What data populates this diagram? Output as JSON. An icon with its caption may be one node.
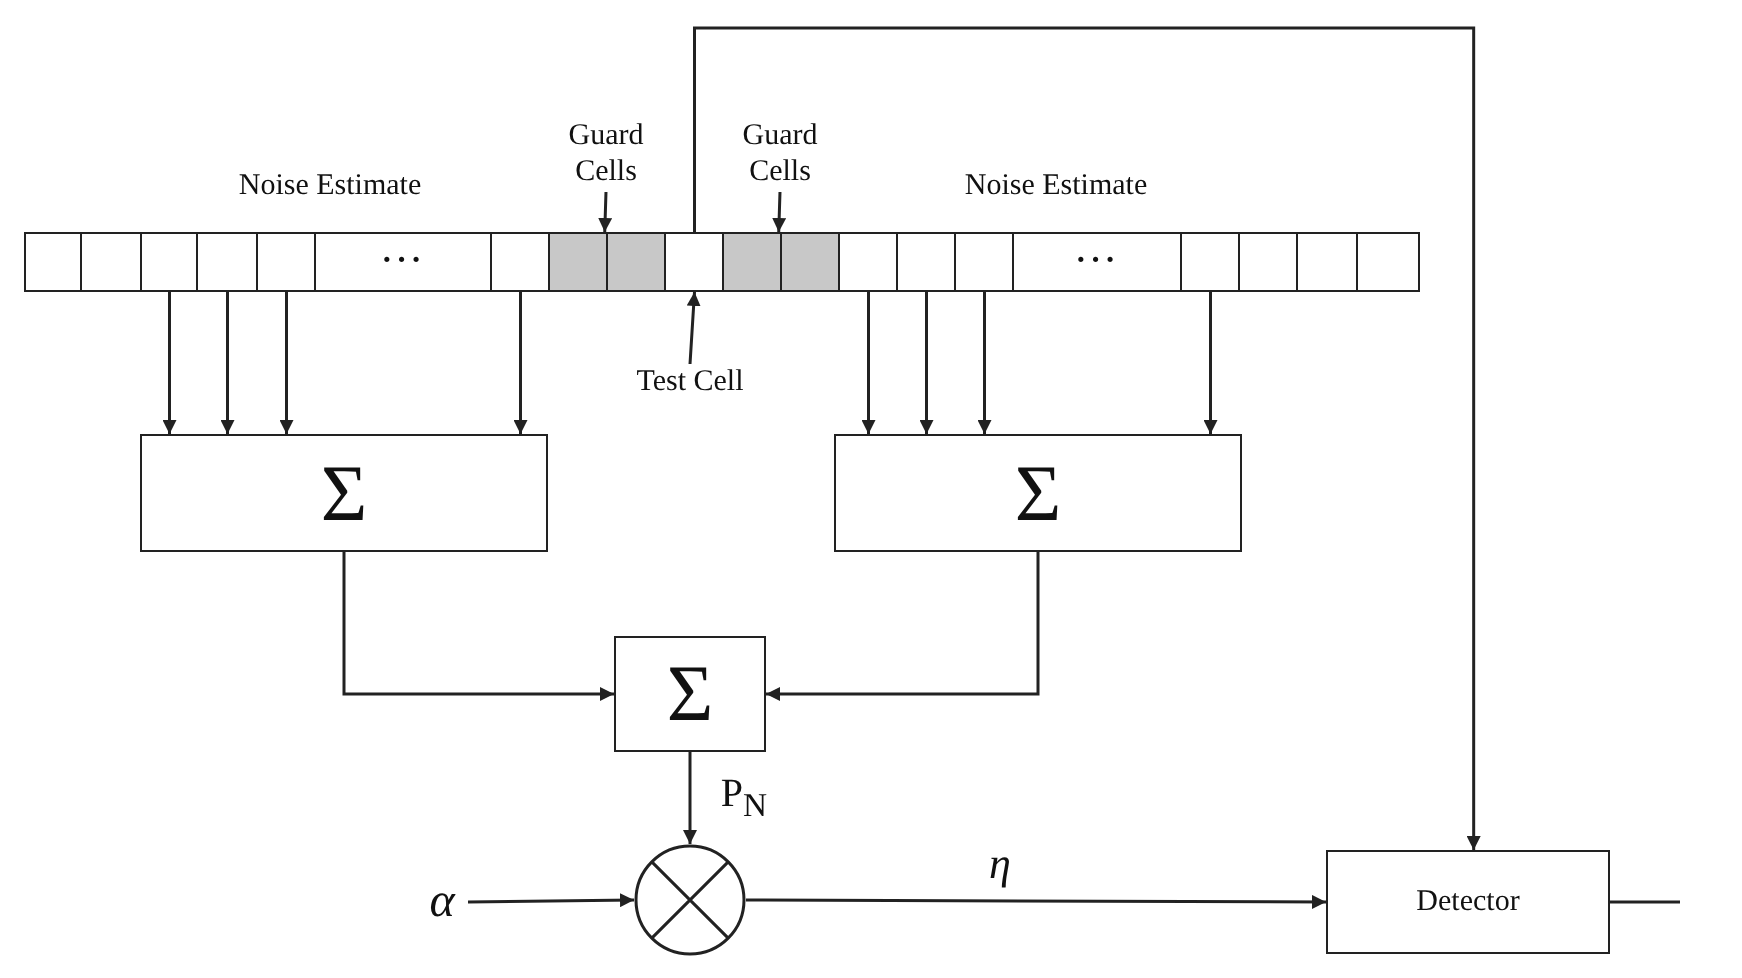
{
  "diagram": {
    "nodes": [
      {
        "text": [
          "Guard Cells"
        ]
      },
      {
        "text": [
          "Guard Cells"
        ]
      },
      {
        "text": [],
        "shape": "box"
      },
      {
        "text": [],
        "shape": "box"
      },
      {
        "text": [],
        "shape": "box"
      },
      {
        "text": [],
        "shape": "box"
      },
      {
        "text": [],
        "shape": "box"
      },
      {
        "text": [
          "···"
        ]
      },
      {
        "text": [],
        "shape": "box"
      },
      {
        "text": [],
        "shape": "box"
      },
      {
        "text": [],
        "shape": "box"
      },
      {
        "text": [],
        "shape": "box"
      },
      {
        "text": [],
        "shape": "box"
      },
      {
        "text": [],
        "shape": "box"
      },
      {
        "text": [],
        "shape": "box"
      },
      {
        "text": [],
        "shape": "box"
      },
      {
        "text": [],
        "shape": "box"
      },
      {
        "text": [
          "···"
        ]
      },
      {
        "text": [],
        "shape": "box"
      },
      {
        "text": [],
        "shape": "box"
      },
      {
        "text": [],
        "shape": "box"
      },
      {
        "text": [],
        "shape": "box"
      },
      {
        "text": [
          "Test Cell"
        ]
      },
      {
        "text": [
          "Σ"
        ]
      },
      {
        "text": [
          "Σ"
        ]
      },
      {
        "text": [
          "Σ"
        ]
      },
      {
        "text": [
          "α"
        ]
      },
      {
        "text": [],
        "shape": "circle"
      },
      {
        "text": [
          "Detector"
        ]
      }
    ],
    "edges": [
      {
        "from": 0,
        "to": 9,
        "arrow": "to"
      },
      {
        "from": 1,
        "to": 12,
        "arrow": "to"
      },
      {
        "from": 22,
        "to": 11,
        "arrow": "to"
      },
      {
        "from": 4,
        "to": 23,
        "arrow": "to"
      },
      {
        "from": 5,
        "to": 23,
        "arrow": "to"
      },
      {
        "from": 6,
        "to": 23,
        "arrow": "to"
      },
      {
        "from": 8,
        "to": 23,
        "arrow": "to"
      },
      {
        "from": 14,
        "to": 24,
        "arrow": "to"
      },
      {
        "from": 15,
        "to": 24,
        "arrow": "to"
      },
      {
        "from": 16,
        "to": 24,
        "arrow": "to"
      },
      {
        "from": 18,
        "to": 24,
        "arrow": "to"
      },
      {
        "from": 11,
        "to": 28,
        "arrow": "to"
      },
      {
        "from": 23,
        "to": 25,
        "arrow": "to"
      },
      {
        "from": 24,
        "to": 25,
        "arrow": "to"
      },
      {
        "from": 25,
        "to": 27,
        "arrow": "to",
        "label": "P$_{N}$"
      },
      {
        "from": 26,
        "to": 27,
        "arrow": "to"
      },
      {
        "from": 27,
        "to": 28,
        "arrow": "to",
        "label": "η"
      },
      {
        "from": 28,
        "to": null,
        "arrow": "none"
      }
    ],
    "labels": [
      "Noise Estimate",
      "Noise Estimate"
    ]
  }
}
